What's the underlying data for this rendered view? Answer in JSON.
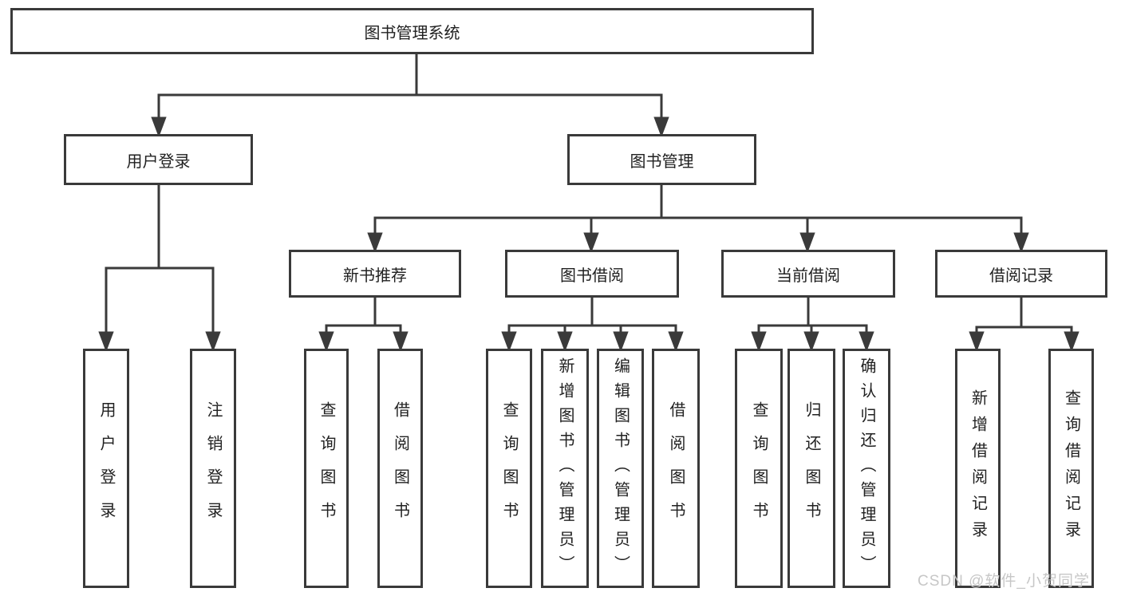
{
  "diagram": {
    "root": {
      "label": "图书管理系统"
    },
    "level2": [
      {
        "label": "用户登录"
      },
      {
        "label": "图书管理"
      }
    ],
    "level3": [
      {
        "label": "新书推荐"
      },
      {
        "label": "图书借阅"
      },
      {
        "label": "当前借阅"
      },
      {
        "label": "借阅记录"
      }
    ],
    "leaves": [
      {
        "label": "用户登录",
        "parent": "用户登录"
      },
      {
        "label": "注销登录",
        "parent": "用户登录"
      },
      {
        "label": "查询图书",
        "parent": "新书推荐"
      },
      {
        "label": "借阅图书",
        "parent": "新书推荐"
      },
      {
        "label": "查询图书",
        "parent": "图书借阅"
      },
      {
        "label": "新增图书（管理员）",
        "parent": "图书借阅"
      },
      {
        "label": "编辑图书（管理员）",
        "parent": "图书借阅"
      },
      {
        "label": "借阅图书",
        "parent": "图书借阅"
      },
      {
        "label": "查询图书",
        "parent": "当前借阅"
      },
      {
        "label": "归还图书",
        "parent": "当前借阅"
      },
      {
        "label": "确认归还（管理员）",
        "parent": "当前借阅"
      },
      {
        "label": "新增借阅记录",
        "parent": "借阅记录"
      },
      {
        "label": "查询借阅记录",
        "parent": "借阅记录"
      }
    ]
  },
  "watermark": {
    "text": "CSDN @软件_小贺同学"
  },
  "colors": {
    "line": "#3a3a3a",
    "text": "#212121",
    "watermark": "#c7c7c7",
    "background": "#ffffff"
  }
}
